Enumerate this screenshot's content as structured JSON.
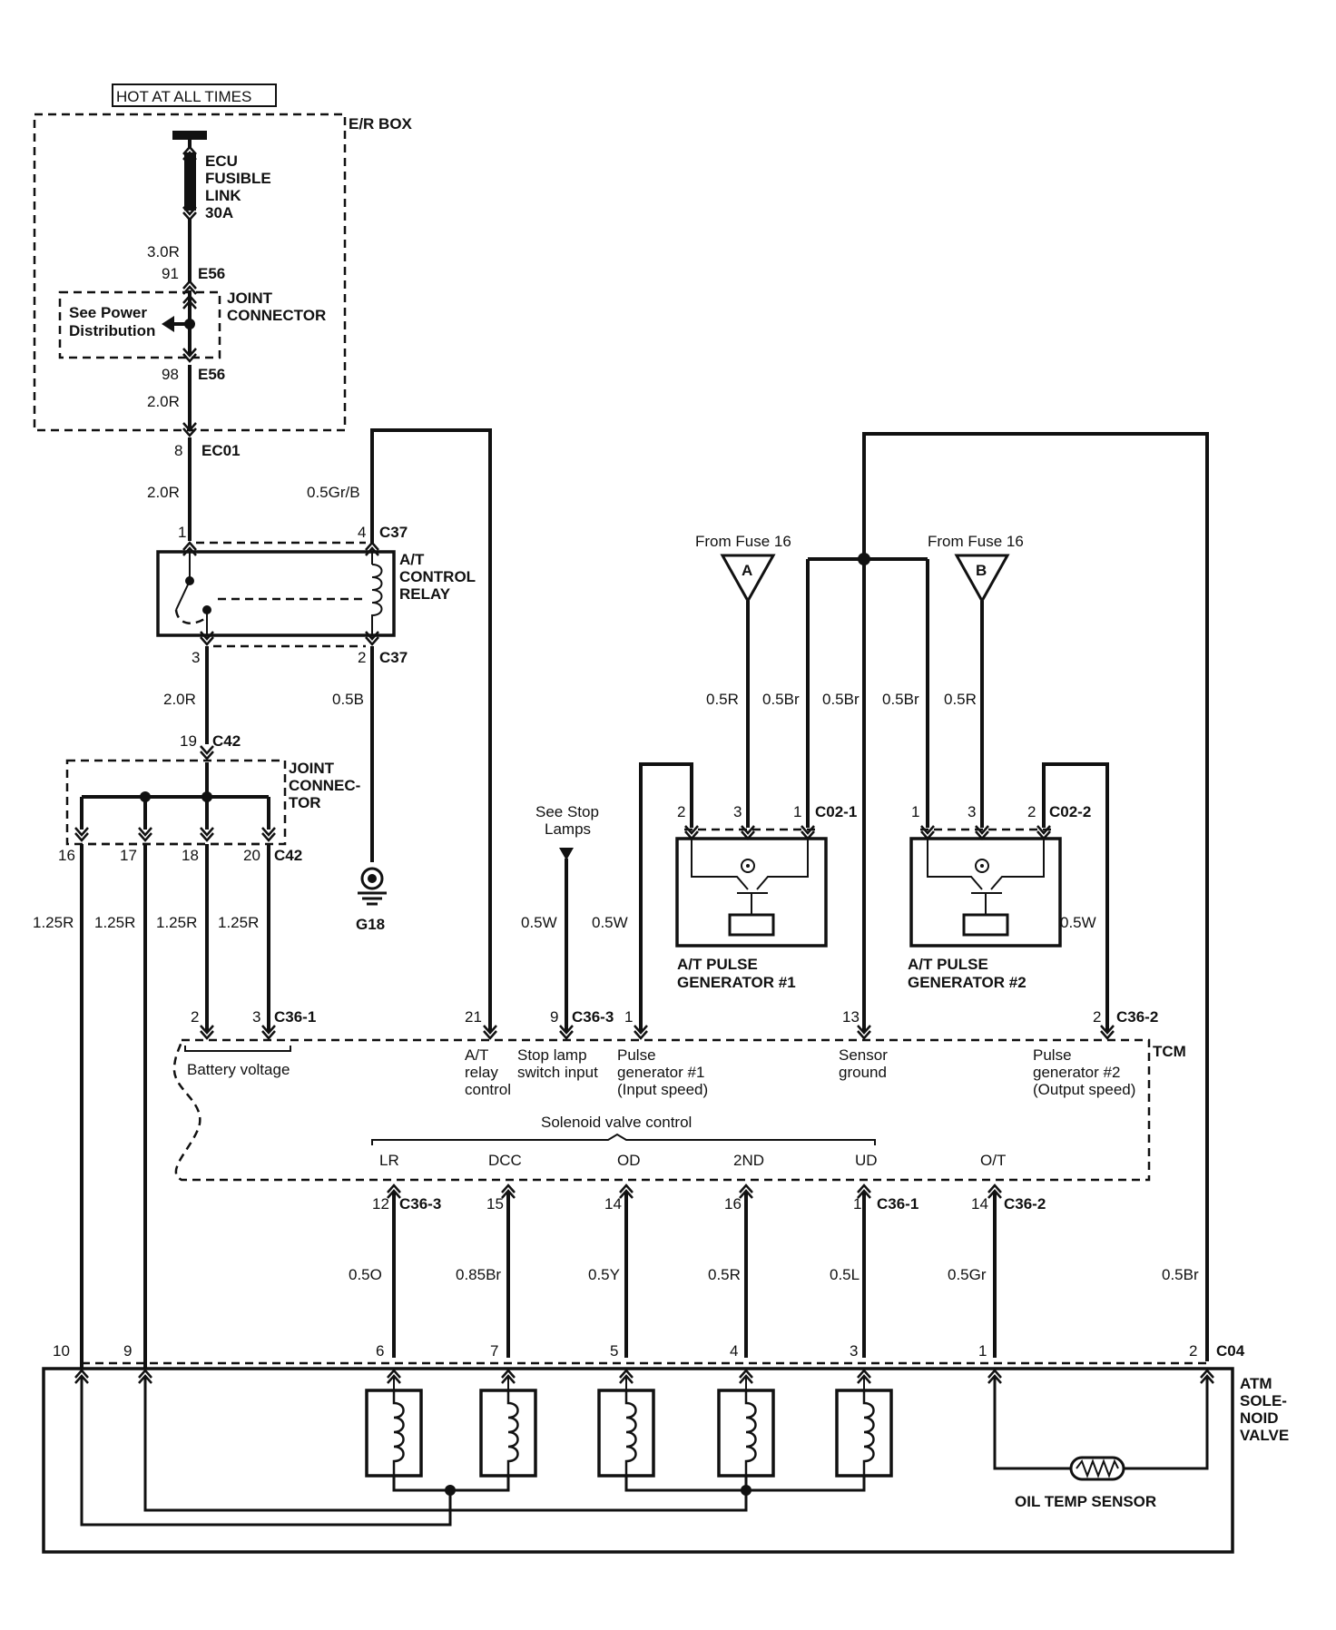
{
  "power": {
    "hot_at_all_times": "HOT AT ALL TIMES",
    "er_box": "E/R BOX",
    "fusible_link": [
      "ECU",
      "FUSIBLE",
      "LINK",
      "30A"
    ],
    "joint_connector": [
      "JOINT",
      "CONNECTOR"
    ],
    "see_power_distribution": [
      "See Power",
      "Distribution"
    ]
  },
  "wires": {
    "w30r": "3.0R",
    "w20r_top": "2.0R",
    "w20r_mid": "2.0R",
    "w20r_low": "2.0R",
    "w05grb": "0.5Gr/B",
    "w05b": "0.5B",
    "w125r_a": "1.25R",
    "w125r_b": "1.25R",
    "w125r_c": "1.25R",
    "w125r_d": "1.25R",
    "w05w_a": "0.5W",
    "w05w_b": "0.5W",
    "w05w_c": "0.5W",
    "w05r_a": "0.5R",
    "w05br_a": "0.5Br",
    "w05br_b": "0.5Br",
    "w05br_c": "0.5Br",
    "w05r_b": "0.5R",
    "w05o": "0.5O",
    "w085br": "0.85Br",
    "w05y": "0.5Y",
    "w05r_c": "0.5R",
    "w05l": "0.5L",
    "w05gr": "0.5Gr",
    "w05br_d": "0.5Br"
  },
  "pins": {
    "p91": "91",
    "p98": "98",
    "p8": "8",
    "p1_relay": "1",
    "p4_relay": "4",
    "p3_relay": "3",
    "p2_relay": "2",
    "p19": "19",
    "p16": "16",
    "p17": "17",
    "p18": "18",
    "p20": "20",
    "p2_tcm": "2",
    "p3_tcm": "3",
    "p21": "21",
    "p9": "9",
    "p1_tcm": "1",
    "p13": "13",
    "p2_tcm2": "2",
    "pg1_2": "2",
    "pg1_3": "3",
    "pg1_1": "1",
    "pg2_1": "1",
    "pg2_3": "3",
    "pg2_2": "2",
    "p12": "12",
    "p15": "15",
    "p14": "14",
    "p16b": "16",
    "p1b": "1",
    "p14b": "14",
    "s10": "10",
    "s9": "9",
    "s6": "6",
    "s7": "7",
    "s5": "5",
    "s4": "4",
    "s3": "3",
    "s1": "1",
    "s2": "2"
  },
  "connectors": {
    "e56_a": "E56",
    "e56_b": "E56",
    "ec01": "EC01",
    "c37_a": "C37",
    "c37_b": "C37",
    "c42_a": "C42",
    "c42_b": "C42",
    "c36_1": "C36-1",
    "c36_3": "C36-3",
    "c36_2": "C36-2",
    "c02_1": "C02-1",
    "c02_2": "C02-2",
    "c36_3b": "C36-3",
    "c36_1b": "C36-1",
    "c36_2b": "C36-2",
    "c04": "C04"
  },
  "components": {
    "relay": [
      "A/T",
      "CONTROL",
      "RELAY"
    ],
    "joint_connector2": [
      "JOINT",
      "CONNEC-",
      "TOR"
    ],
    "g18": "G18",
    "see_stop_lamps": [
      "See Stop",
      "Lamps"
    ],
    "from_fuse_a": "From Fuse 16",
    "from_fuse_b": "From Fuse 16",
    "fuse_a": "A",
    "fuse_b": "B",
    "pg1": [
      "A/T PULSE",
      "GENERATOR #1"
    ],
    "pg2": [
      "A/T PULSE",
      "GENERATOR #2"
    ],
    "tcm": "TCM",
    "atm_valve": [
      "ATM",
      "SOLE-",
      "NOID",
      "VALVE"
    ],
    "oil_temp": "OIL TEMP SENSOR"
  },
  "tcm_labels": {
    "battery_voltage": "Battery voltage",
    "at_relay_control": [
      "A/T",
      "relay",
      "control"
    ],
    "stop_lamp": [
      "Stop lamp",
      "switch input"
    ],
    "pulse1": [
      "Pulse",
      "generator #1",
      "(Input speed)"
    ],
    "sensor_ground": [
      "Sensor",
      "ground"
    ],
    "pulse2": [
      "Pulse",
      "generator #2",
      "(Output speed)"
    ],
    "solenoid_control": "Solenoid valve control",
    "lr": "LR",
    "dcc": "DCC",
    "od": "OD",
    "nd2": "2ND",
    "ud": "UD",
    "ot": "O/T"
  }
}
